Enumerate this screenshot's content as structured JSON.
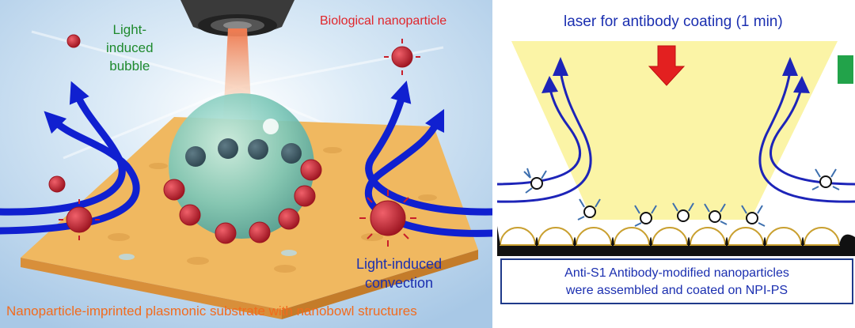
{
  "left_panel": {
    "bubble_label": [
      "Light-",
      "induced",
      "bubble"
    ],
    "nanoparticle_label": "Biological nanoparticle",
    "convection_label": [
      "Light-induced",
      "convection"
    ],
    "substrate_label": "Nanoparticle-imprinted plasmonic substrate with nanobowl structures",
    "colors": {
      "arrow": "#1020d0",
      "particle": "#c81e2a",
      "substrate": "#f0b860"
    }
  },
  "right_panel": {
    "title": "laser for antibody coating (1 min)",
    "caption": [
      "Anti-S1 Antibody-modified nanoparticles",
      "were assembled and coated on NPI-PS"
    ],
    "colors": {
      "beam": "#fbf4a6",
      "laser_arrow": "#e32020",
      "flow": "#1d24b8",
      "marker": "#22a34a"
    }
  }
}
